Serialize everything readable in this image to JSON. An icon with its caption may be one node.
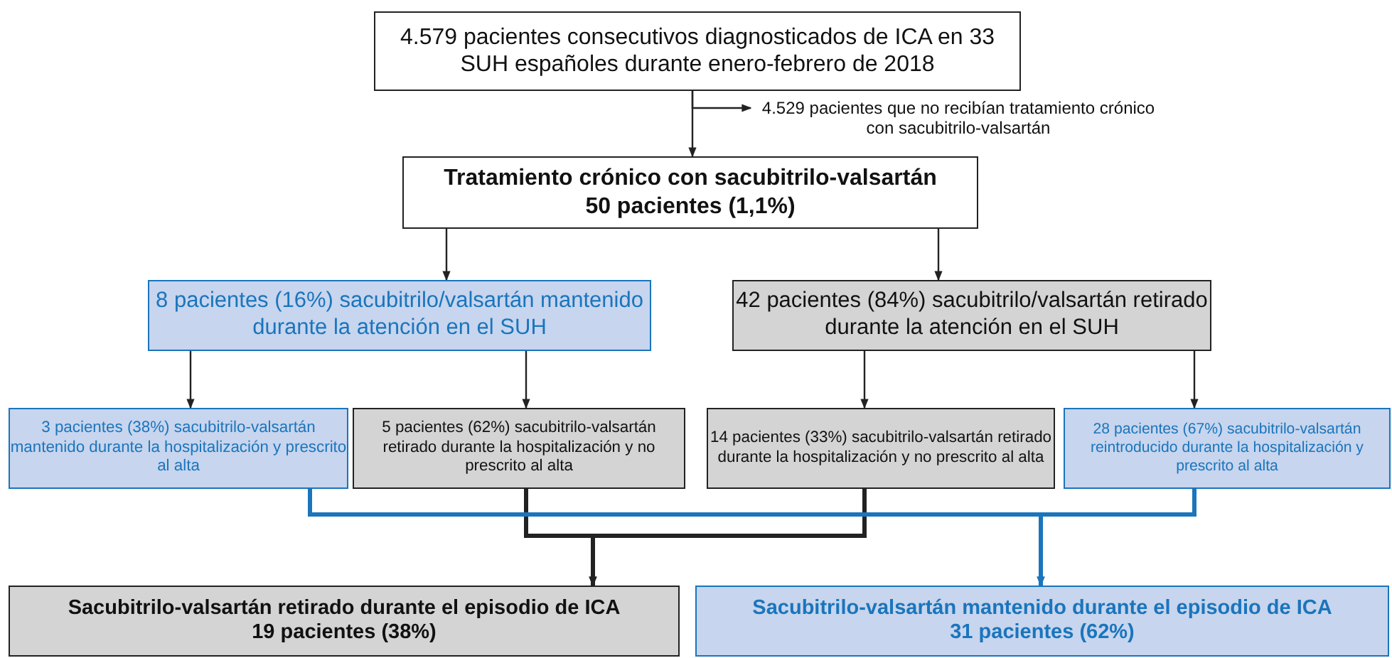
{
  "diagram": {
    "nodes": [
      {
        "text": [
          "4.579 pacientes consecutivos diagnosticados de ICA en 33 SUH españoles durante enero-febrero de 2018"
        ]
      },
      {
        "text": [
          "4.529 pacientes que no recibían tratamiento crónico con sacubitrilo-valsartán"
        ]
      },
      {
        "text": [
          "Tratamiento crónico con sacubitrilo-valsartán",
          "50 pacientes (1,1%)"
        ]
      },
      {
        "text": [
          "8 pacientes (16%) sacubitrilo/valsartán mantenido durante la atención en el SUH"
        ]
      },
      {
        "text": [
          "42 pacientes (84%) sacubitrilo/valsartán retirado durante la atención en el SUH"
        ]
      },
      {
        "text": [
          "3 pacientes (38%) sacubitrilo-valsartán mantenido durante la hospitalización y prescrito al alta"
        ]
      },
      {
        "text": [
          "5 pacientes (62%) sacubitrilo-valsartán retirado durante la hospitalización y no prescrito al alta"
        ]
      },
      {
        "text": [
          "14 pacientes (33%) sacubitrilo-valsartán retirado durante la hospitalización y no prescrito al alta"
        ]
      },
      {
        "text": [
          "28 pacientes (67%) sacubitrilo-valsartán reintroducido durante la hospitalización y prescrito al alta"
        ]
      },
      {
        "text": [
          "Sacubitrilo-valsartán retirado durante el episodio de ICA",
          "19 pacientes (38%)"
        ]
      },
      {
        "text": [
          "Sacubitrilo-valsartán mantenido durante el episodio de ICA",
          "31 pacientes (62%)"
        ]
      }
    ],
    "edges": [
      {
        "from": 0,
        "to": 2,
        "arrow": "to"
      },
      {
        "from": 0,
        "to": 1,
        "arrow": "to"
      },
      {
        "from": 2,
        "to": 3,
        "arrow": "to"
      },
      {
        "from": 2,
        "to": 4,
        "arrow": "to"
      },
      {
        "from": 3,
        "to": 5,
        "arrow": "to"
      },
      {
        "from": 3,
        "to": 6,
        "arrow": "to"
      },
      {
        "from": 4,
        "to": 7,
        "arrow": "to"
      },
      {
        "from": 4,
        "to": 8,
        "arrow": "to"
      },
      {
        "from": 6,
        "to": 9,
        "arrow": "to",
        "style": "thick"
      },
      {
        "from": 7,
        "to": 9,
        "arrow": "to",
        "style": "thick"
      },
      {
        "from": 5,
        "to": 10,
        "arrow": "to",
        "style": "thick",
        "color": "#1a75bc"
      },
      {
        "from": 8,
        "to": 10,
        "arrow": "to",
        "style": "thick",
        "color": "#1a75bc"
      }
    ]
  }
}
